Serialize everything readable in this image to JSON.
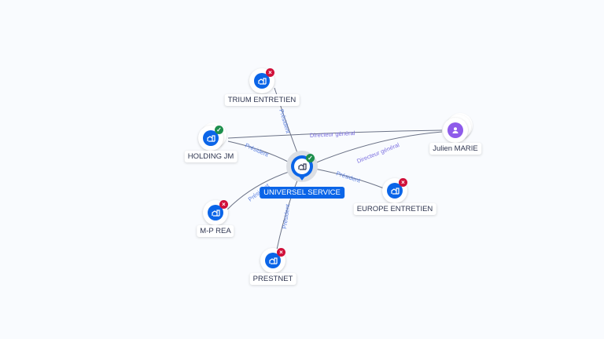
{
  "center": {
    "label": "UNIVERSEL SERVICE",
    "status": "active",
    "icon": "building-icon"
  },
  "nodes": [
    {
      "id": "trium",
      "label": "TRIUM ENTRETIEN",
      "status": "closed",
      "icon": "building-icon"
    },
    {
      "id": "holding",
      "label": "HOLDING JM",
      "status": "active",
      "icon": "building-icon"
    },
    {
      "id": "julien",
      "label": "Julien MARIE",
      "icon": "person-icon"
    },
    {
      "id": "europe",
      "label": "EUROPE ENTRETIEN",
      "status": "closed",
      "icon": "building-icon"
    },
    {
      "id": "mprea",
      "label": "M-P REA",
      "status": "closed",
      "icon": "building-icon"
    },
    {
      "id": "prestnet",
      "label": "PRESTNET",
      "status": "closed",
      "icon": "building-icon"
    }
  ],
  "edges": [
    {
      "from": "UNIVERSEL SERVICE",
      "to": "TRIUM ENTRETIEN",
      "label": "Président"
    },
    {
      "from": "UNIVERSEL SERVICE",
      "to": "HOLDING JM",
      "label": "Président"
    },
    {
      "from": "Julien MARIE",
      "to": "HOLDING JM",
      "label": "Directeur général"
    },
    {
      "from": "Julien MARIE",
      "to": "UNIVERSEL SERVICE",
      "label": "Directeur général"
    },
    {
      "from": "UNIVERSEL SERVICE",
      "to": "EUROPE ENTRETIEN",
      "label": "Président"
    },
    {
      "from": "UNIVERSEL SERVICE",
      "to": "M-P REA",
      "label": "Président"
    },
    {
      "from": "UNIVERSEL SERVICE",
      "to": "PRESTNET",
      "label": "Président"
    }
  ],
  "colors": {
    "primary": "#0b65e8",
    "person": "#8e5bea",
    "active": "#1e8f4d",
    "closed": "#d0103a",
    "edge": "#6b7286"
  }
}
